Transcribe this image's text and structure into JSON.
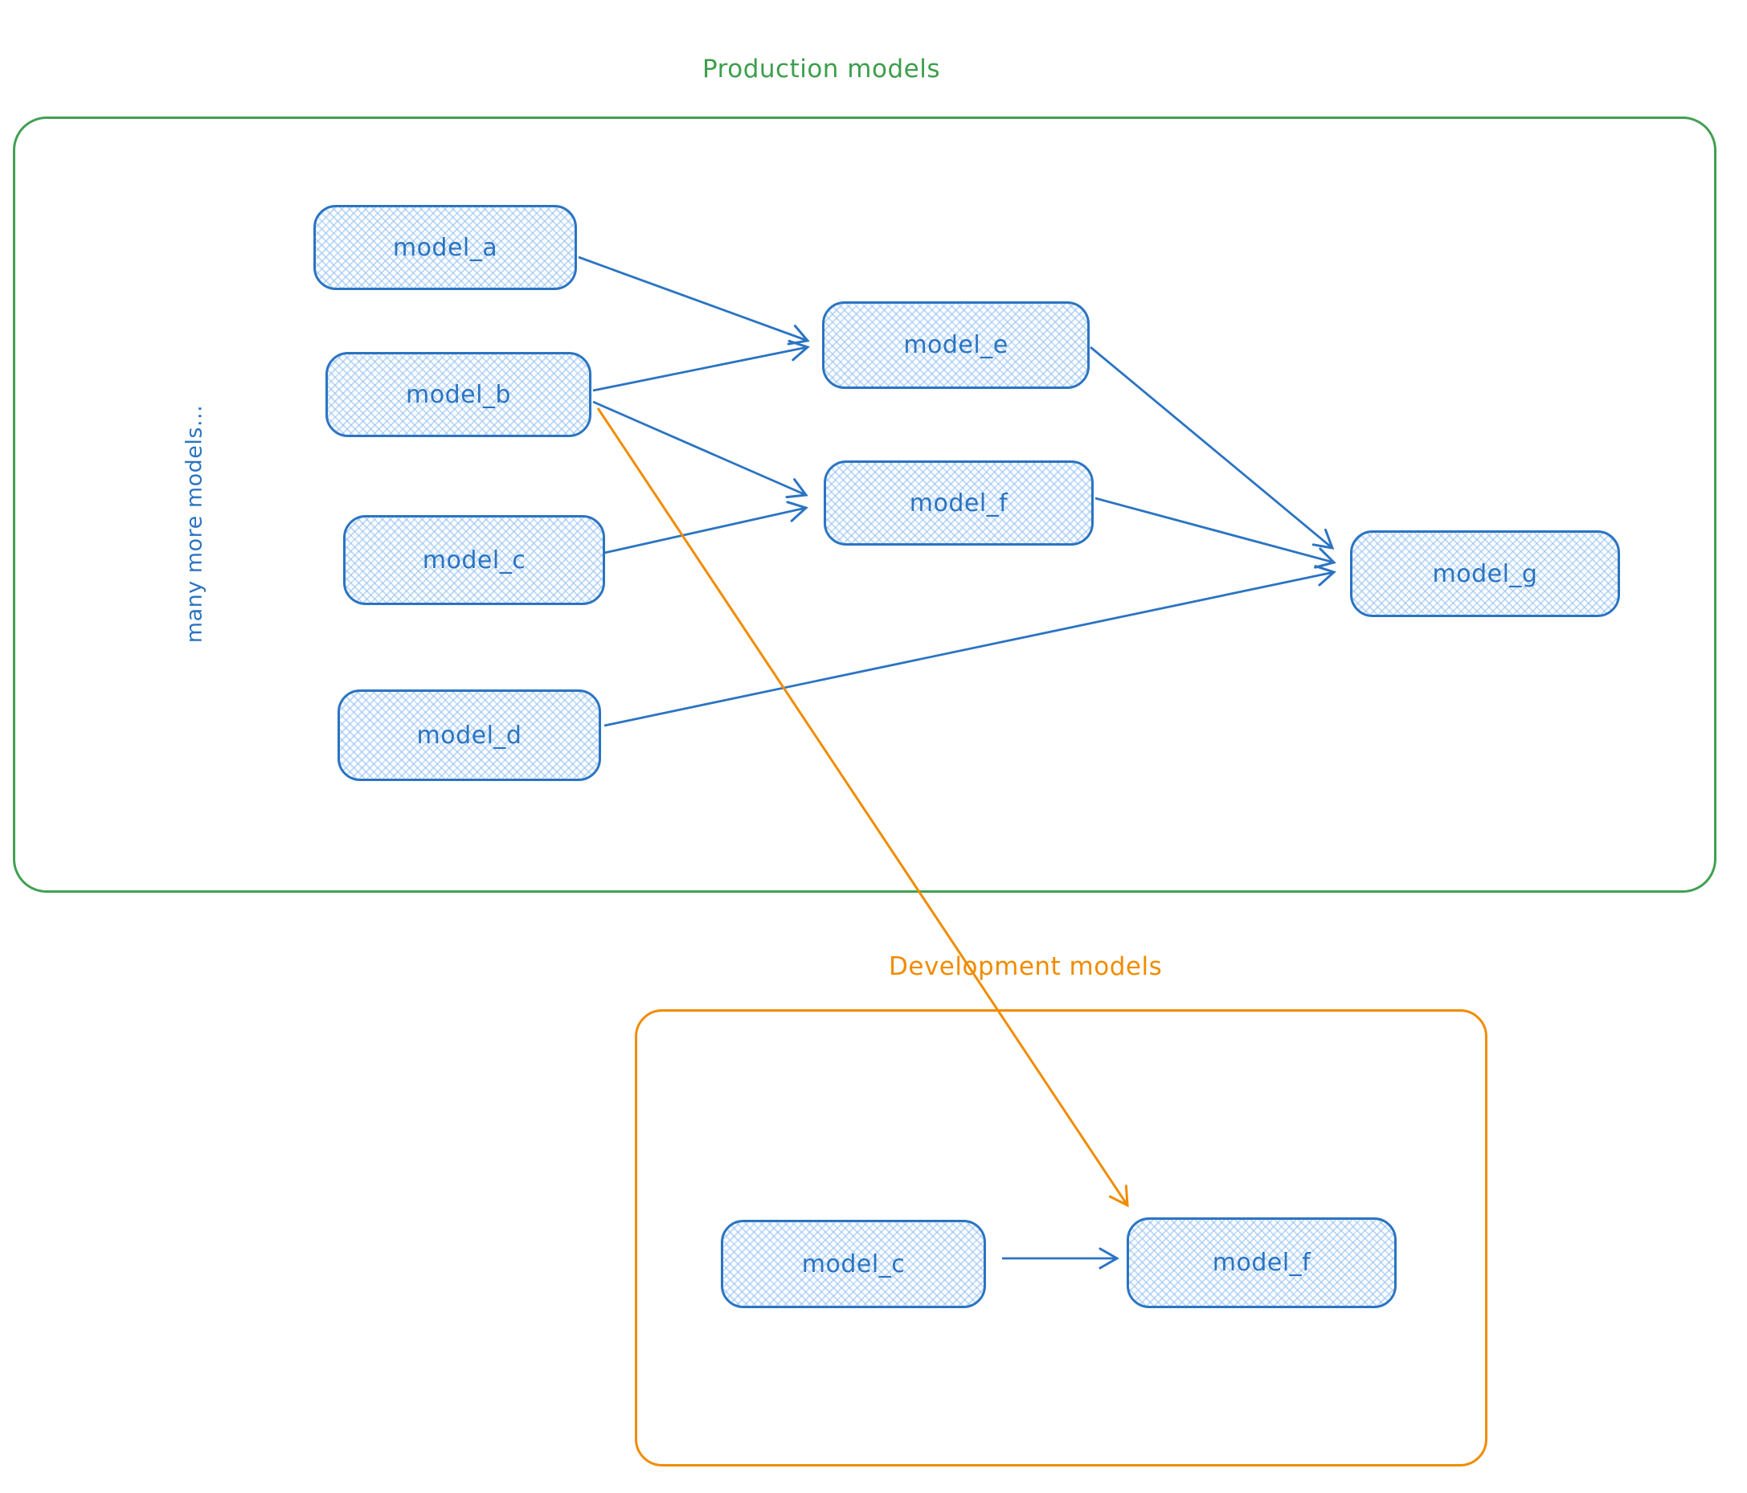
{
  "diagram": {
    "production": {
      "title": "Production models",
      "side_note": "many more models...",
      "nodes": {
        "a": "model_a",
        "b": "model_b",
        "c": "model_c",
        "d": "model_d",
        "e": "model_e",
        "f": "model_f",
        "g": "model_g"
      }
    },
    "development": {
      "title": "Development models",
      "nodes": {
        "c": "model_c",
        "f": "model_f"
      }
    },
    "edges": [
      {
        "from": "model_a",
        "to": "model_e",
        "color": "blue"
      },
      {
        "from": "model_b",
        "to": "model_e",
        "color": "blue"
      },
      {
        "from": "model_b",
        "to": "model_f",
        "color": "blue"
      },
      {
        "from": "model_c",
        "to": "model_f",
        "color": "blue"
      },
      {
        "from": "model_e",
        "to": "model_g",
        "color": "blue"
      },
      {
        "from": "model_f",
        "to": "model_g",
        "color": "blue"
      },
      {
        "from": "model_d",
        "to": "model_g",
        "color": "blue"
      },
      {
        "from": "model_b (production)",
        "to": "model_f (development)",
        "color": "orange"
      },
      {
        "from": "model_c (development)",
        "to": "model_f (development)",
        "color": "blue"
      }
    ],
    "colors": {
      "node_stroke": "#2b74c2",
      "node_fill_hatch": "#a9cdf1",
      "production_border": "#41a052",
      "production_title": "#3d9e4c",
      "development_border": "#f08c00",
      "development_title": "#f08c00"
    }
  }
}
